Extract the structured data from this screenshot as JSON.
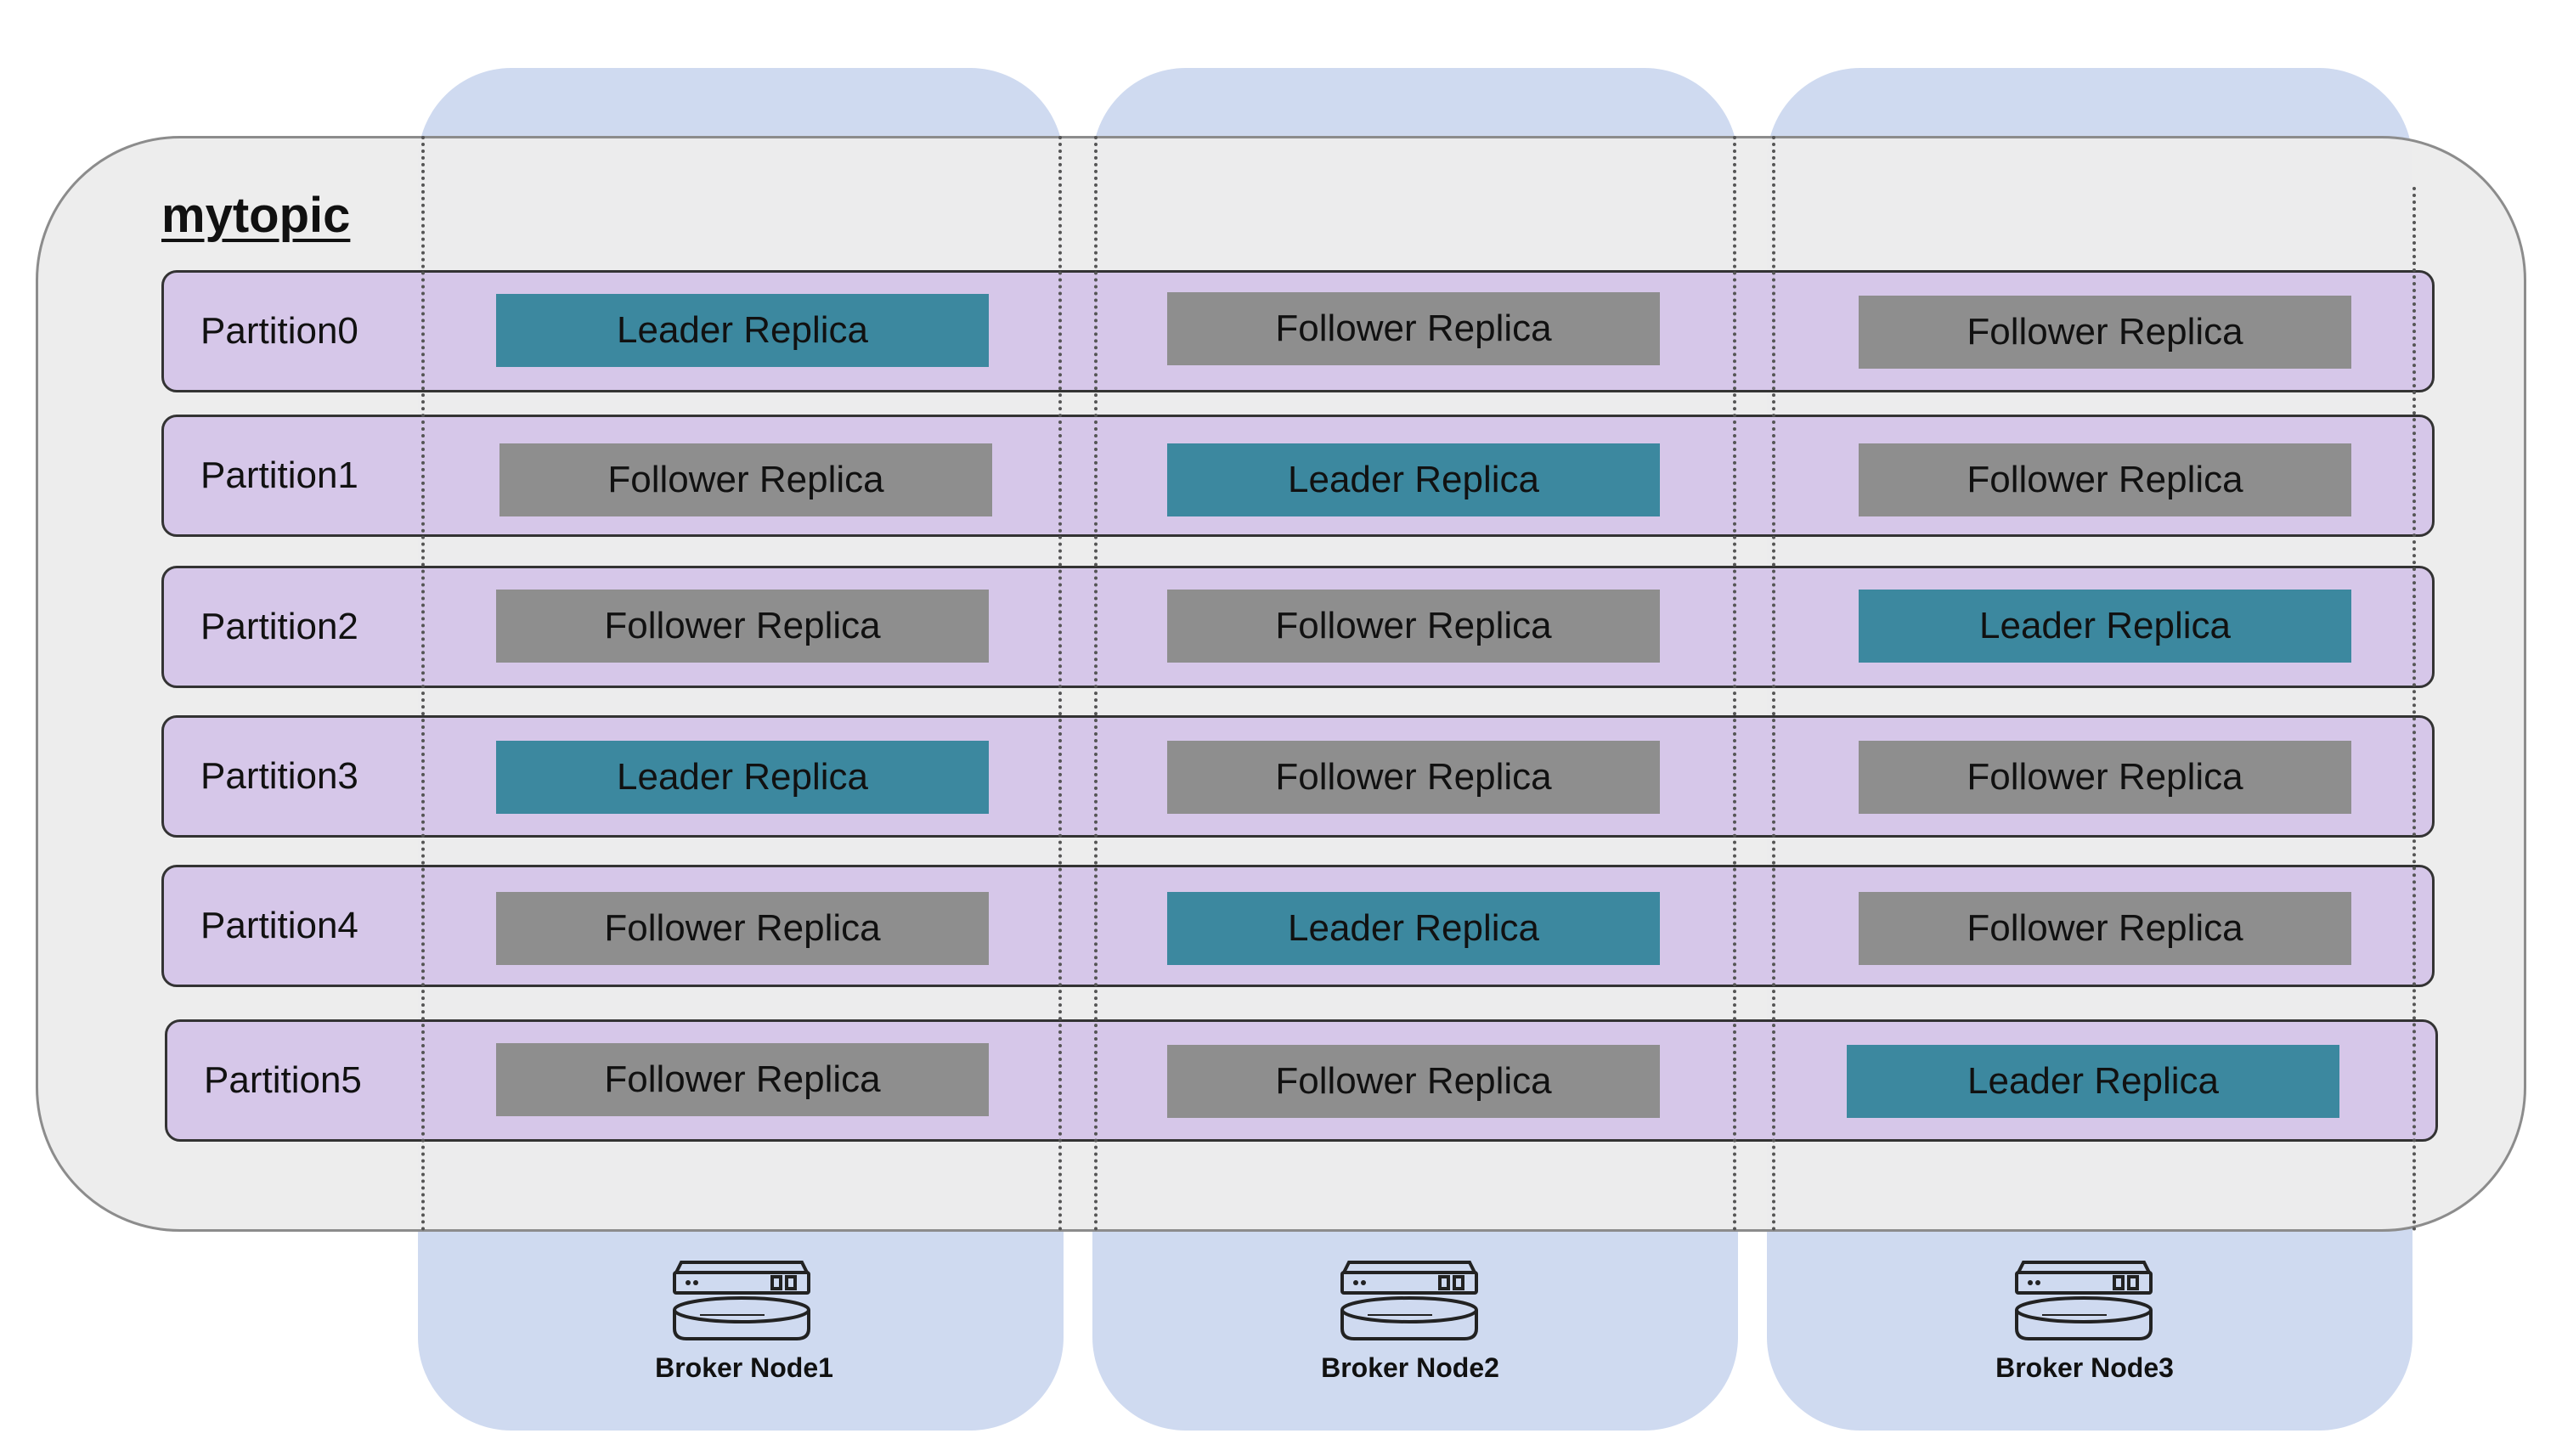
{
  "topic": {
    "title": "mytopic"
  },
  "brokers": [
    {
      "label": "Broker Node1",
      "icon": "server-icon"
    },
    {
      "label": "Broker Node2",
      "icon": "server-icon"
    },
    {
      "label": "Broker Node3",
      "icon": "server-icon"
    }
  ],
  "partitions": [
    {
      "label": "Partition0",
      "replicas": [
        "Leader Replica",
        "Follower Replica",
        "Follower Replica"
      ]
    },
    {
      "label": "Partition1",
      "replicas": [
        "Follower Replica",
        "Leader Replica",
        "Follower Replica"
      ]
    },
    {
      "label": "Partition2",
      "replicas": [
        "Follower Replica",
        "Follower Replica",
        "Leader Replica"
      ]
    },
    {
      "label": "Partition3",
      "replicas": [
        "Leader Replica",
        "Follower Replica",
        "Follower Replica"
      ]
    },
    {
      "label": "Partition4",
      "replicas": [
        "Follower Replica",
        "Leader Replica",
        "Follower Replica"
      ]
    },
    {
      "label": "Partition5",
      "replicas": [
        "Follower Replica",
        "Follower Replica",
        "Leader Replica"
      ]
    }
  ],
  "colors": {
    "broker_background": "#cfdaf0",
    "topic_background": "#ececec",
    "partition_background": "#d6c7e9",
    "leader_replica": "#3c889f",
    "follower_replica": "#8e8e8e"
  }
}
